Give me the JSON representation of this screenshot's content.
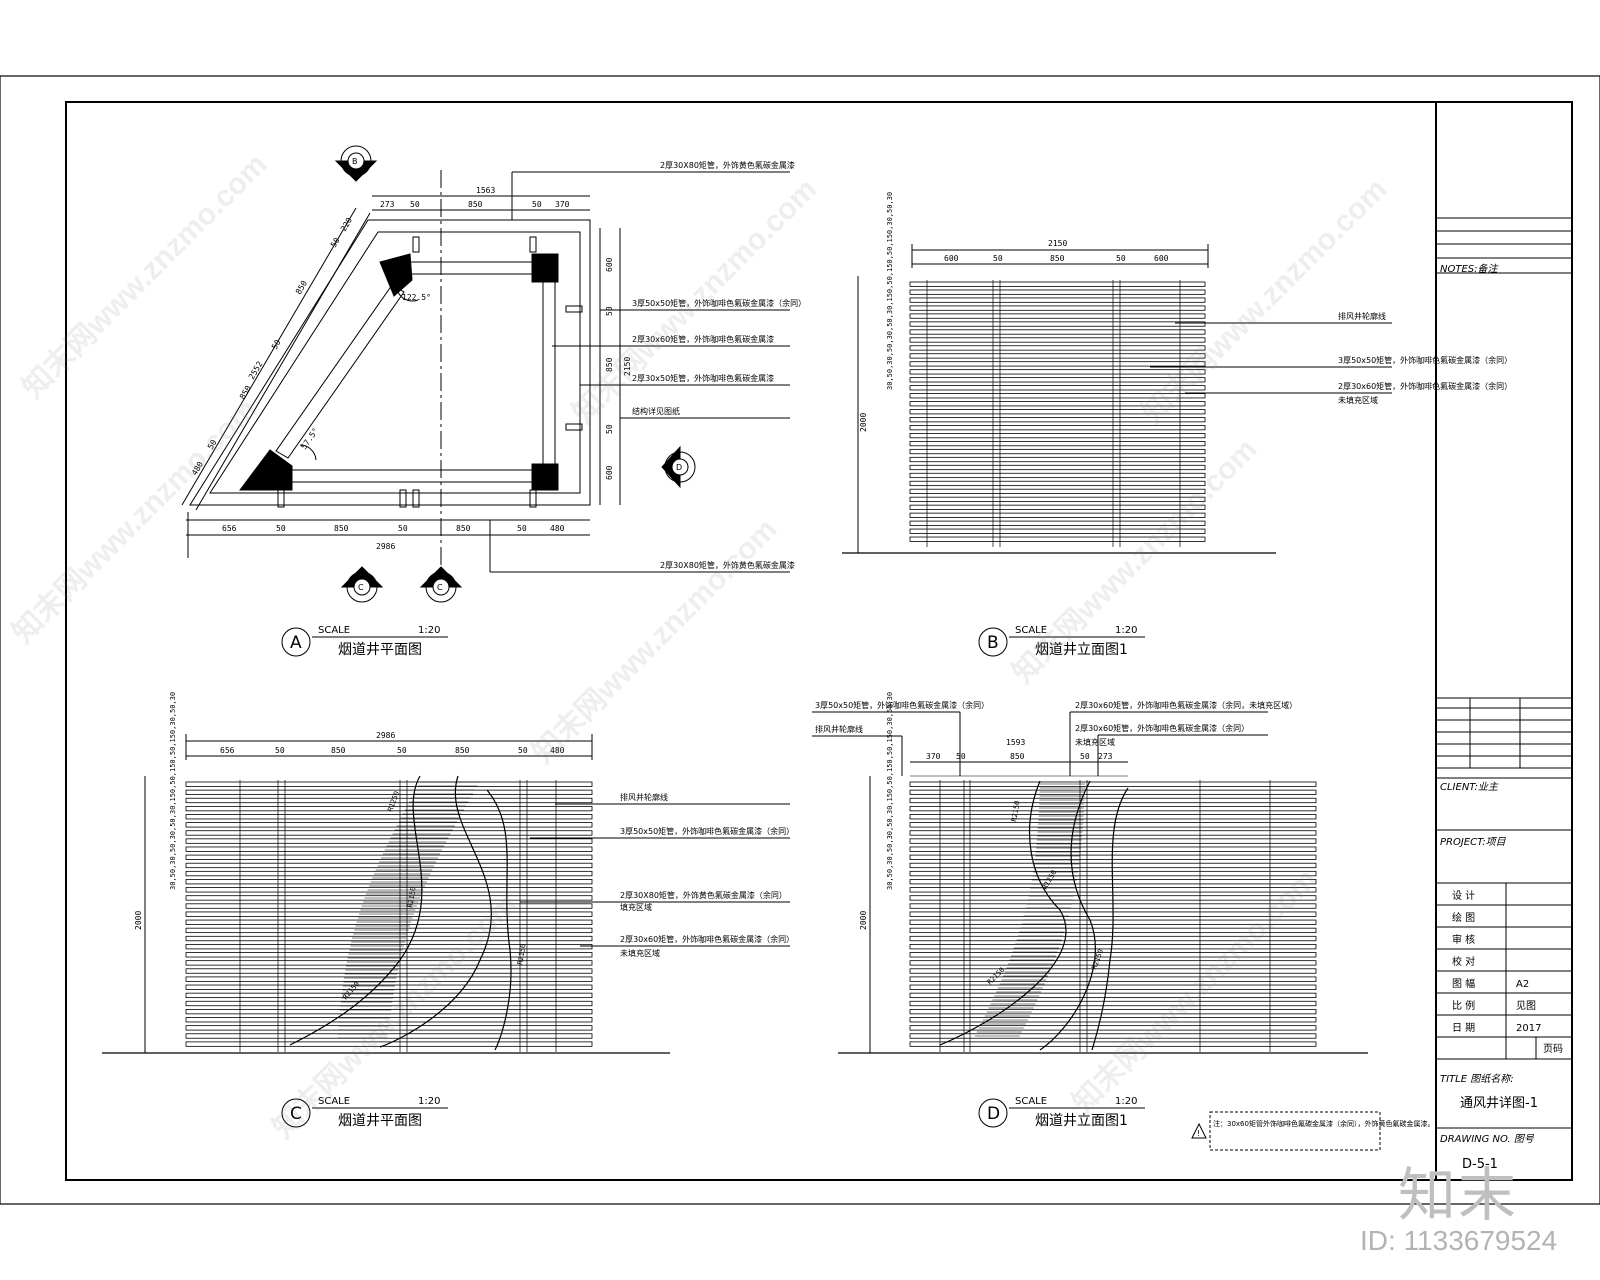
{
  "watermark": "知末网www.znzmo.com",
  "logo_text": "知末",
  "image_id": "ID: 1133679524",
  "colors": {
    "line": "#000000",
    "watermark": "#9a9a9a"
  },
  "notes_label": "NOTES:备注",
  "client_label": "CLIENT:业主",
  "project_label": "PROJECT:项目",
  "title_label": "TITLE 图纸名称:",
  "title_value": "通风井详图-1",
  "drawing_no_label": "DRAWING NO. 图号",
  "drawing_no_value": "D-5-1",
  "title_rows": [
    {
      "label": "设 计",
      "value": ""
    },
    {
      "label": "绘 图",
      "value": ""
    },
    {
      "label": "审 核",
      "value": ""
    },
    {
      "label": "校 对",
      "value": ""
    },
    {
      "label": "图 幅",
      "value": "A2"
    },
    {
      "label": "比 例",
      "value": "见图"
    },
    {
      "label": "日 期",
      "value": "2017"
    }
  ],
  "page_label": "页码",
  "views": {
    "A": {
      "letter": "A",
      "scale": "SCALE",
      "ratio": "1:20",
      "name": "烟道井平面图"
    },
    "B": {
      "letter": "B",
      "scale": "SCALE",
      "ratio": "1:20",
      "name": "烟道井立面图1"
    },
    "C": {
      "letter": "C",
      "scale": "SCALE",
      "ratio": "1:20",
      "name": "烟道井平面图"
    },
    "D": {
      "letter": "D",
      "scale": "SCALE",
      "ratio": "1:20",
      "name": "烟道井立面图1"
    }
  },
  "plan": {
    "top_total": "1563",
    "top_dims": [
      "273",
      "50",
      "850",
      "50",
      "370"
    ],
    "bottom_total": "2986",
    "bottom_dims": [
      "656",
      "50",
      "850",
      "50",
      "850",
      "50",
      "480"
    ],
    "right_total": "2150",
    "right_dims": [
      "600",
      "50",
      "850",
      "50",
      "600"
    ],
    "left_total": "2552",
    "left_dims": [
      "220",
      "50",
      "850",
      "50",
      "850",
      "50",
      "480"
    ],
    "angle_top": "122.5°",
    "angle_bottom": "57.5°",
    "callout_top": "2厚30X80矩管，外饰黄色氟碳金属漆",
    "callout_bottom": "2厚30X80矩管，外饰黄色氟碳金属漆",
    "callouts_right": [
      "3厚50x50矩管，外饰咖啡色氟碳金属漆（余同）",
      "2厚30x60矩管，外饰咖啡色氟碳金属漆",
      "2厚30x50矩管，外饰咖啡色氟碳金属漆",
      "结构详见图纸"
    ],
    "section_marks": [
      "B",
      "D",
      "C"
    ]
  },
  "elev_b": {
    "total": "2150",
    "dims": [
      "600",
      "50",
      "850",
      "50",
      "600"
    ],
    "height": "2000",
    "vdims": "30,50,30,50,30,50,30,150,50,150,50,150,30,50,30",
    "callouts": [
      "排风井轮廓线",
      "3厚50x50矩管，外饰咖啡色氟碳金属漆（余同）",
      "2厚30x60矩管，外饰咖啡色氟碳金属漆（余同）",
      "未填充区域"
    ]
  },
  "elev_c": {
    "total": "2986",
    "dims": [
      "656",
      "50",
      "850",
      "50",
      "850",
      "50",
      "480"
    ],
    "height": "2000",
    "vdims": "30,50,30,50,30,50,30,150,50,150,50,150,30,50,30",
    "callouts": [
      "排风井轮廓线",
      "3厚50x50矩管，外饰咖啡色氟碳金属漆（余同）",
      "2厚30X80矩管，外饰黄色氟碳金属漆（余同）",
      "填充区域",
      "2厚30x60矩管，外饰咖啡色氟碳金属漆（余同）",
      "未填充区域"
    ],
    "radii": [
      "R1250",
      "R2150",
      "R2150",
      "R2150"
    ]
  },
  "elev_d": {
    "total": "1593",
    "dims": [
      "370",
      "50",
      "850",
      "50",
      "273"
    ],
    "height": "2000",
    "vdims": "30,50,30,50,30,50,30,150,50,150,50,150,30,50,30",
    "callouts_left": [
      "3厚50x50矩管，外饰咖啡色氟碳金属漆（余同）",
      "排风井轮廓线"
    ],
    "callouts_right": [
      "2厚30x60矩管，外饰咖啡色氟碳金属漆（余同，未填充区域）",
      "2厚30x60矩管，外饰咖啡色氟碳金属漆（余同）",
      "未填充区域"
    ],
    "radii": [
      "R2150",
      "R1250",
      "R2150",
      "R2150"
    ],
    "note": "注：30x60矩管外饰咖啡色氟碳金属漆（余同），外饰黄色氟碳金属漆。"
  }
}
